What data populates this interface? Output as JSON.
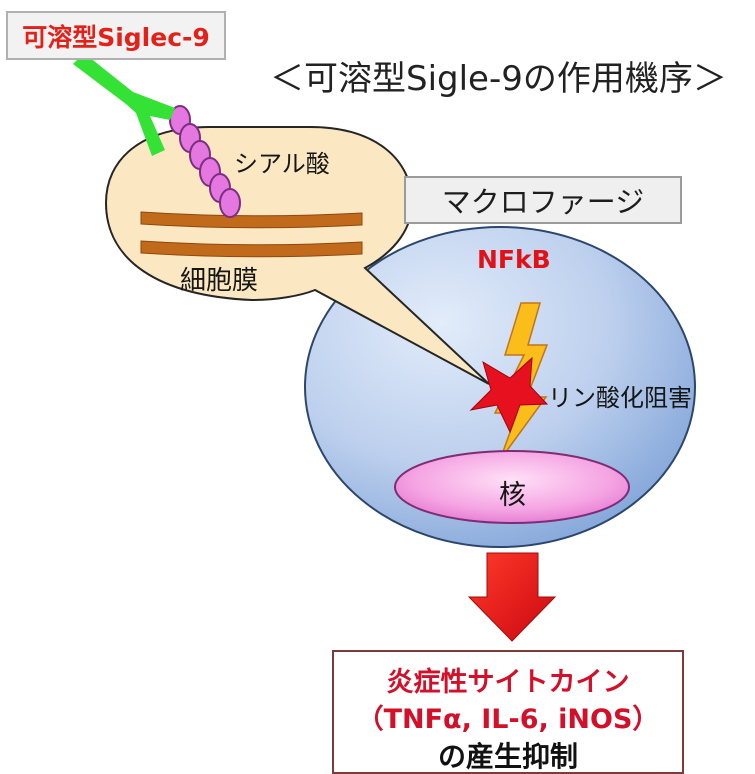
{
  "soluble_siglec_label": "可溶型Siglec-9",
  "diagram_title": "＜可溶型Sigle-9の作用機序＞",
  "sialic_acid_label": "シアル酸",
  "cell_membrane_label": "細胞膜",
  "macrophage_label": "マクロファージ",
  "nfkb_label": "NFkB",
  "phosphorylation_label": "リン酸化阻害",
  "nucleus_label": "核",
  "result": {
    "line1": "炎症性サイトカイン",
    "line2": "（TNFα, IL-6, iNOS）",
    "line3": "の産生抑制"
  },
  "colors": {
    "red_text": "#e32119",
    "antibody_green": "#33e235",
    "bead_pink": "#e477e0",
    "speech_fill": "#fbe8c2",
    "membrane_brown": "#c26a1c",
    "cell_fill": "#b9ceeb",
    "nucleus_pink": "#ee86d6",
    "lightning_orange": "#fbbd1a",
    "cross_red": "#e7101f",
    "arrow_red": "#f00e14"
  }
}
